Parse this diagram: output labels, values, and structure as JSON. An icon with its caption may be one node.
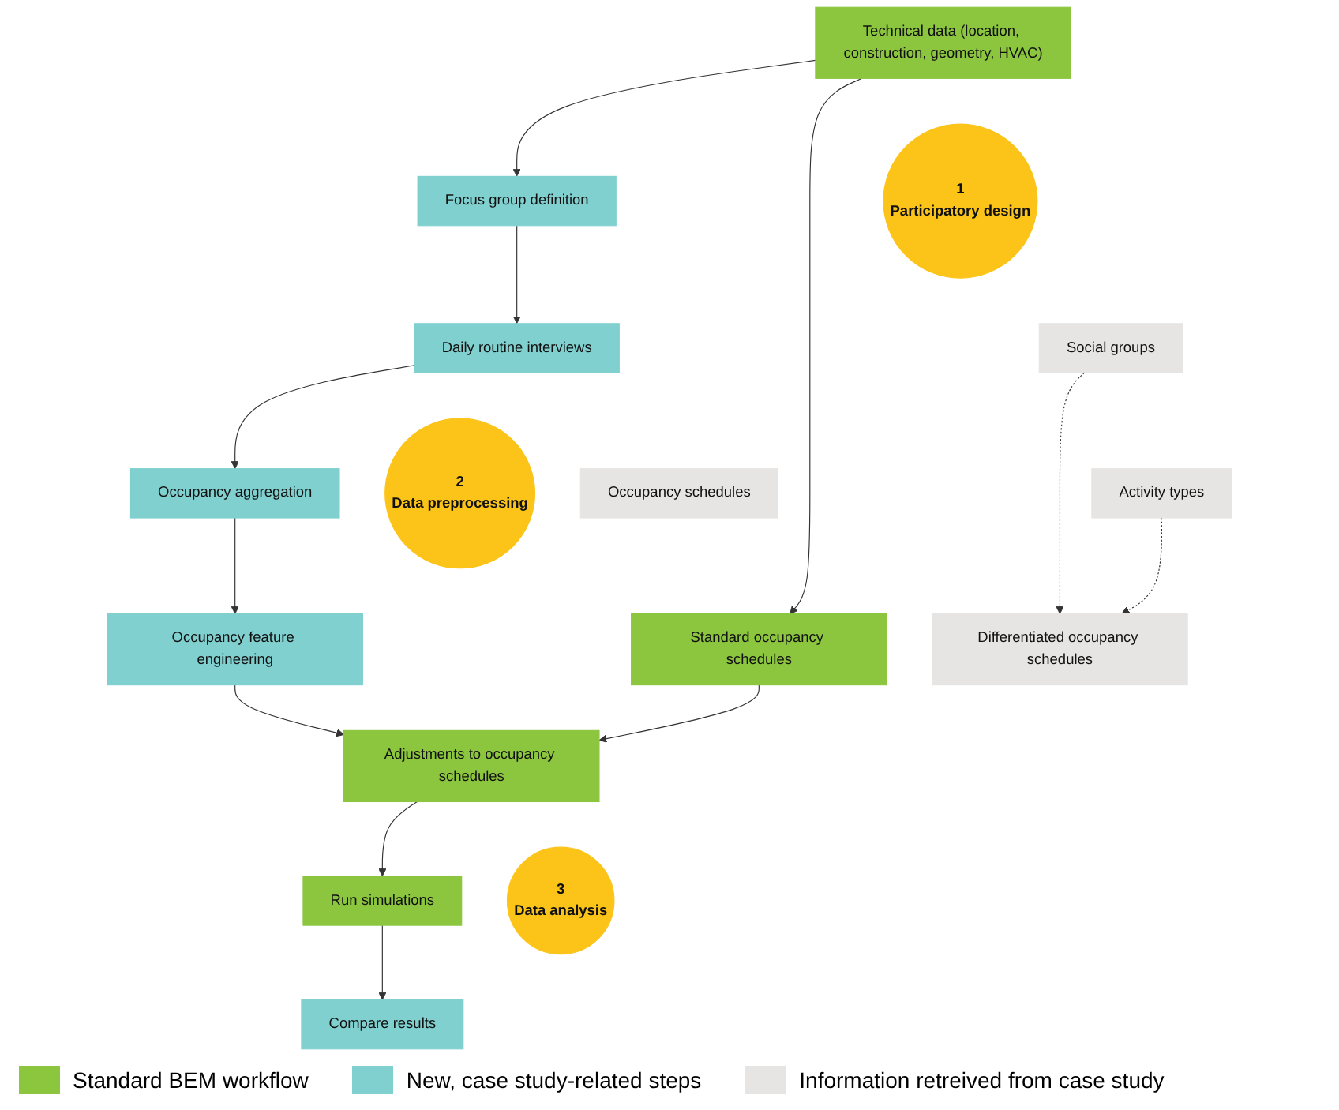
{
  "diagram": {
    "nodes": [
      {
        "text": [
          "Technical data (location, construction, geometry, HVAC)"
        ]
      },
      {
        "text": [
          "1",
          "Participatory design"
        ]
      },
      {
        "text": [
          "Focus group definition"
        ]
      },
      {
        "text": [
          "Social groups"
        ]
      },
      {
        "text": [
          "Daily routine interviews"
        ]
      },
      {
        "text": [
          "Activity types"
        ]
      },
      {
        "text": [
          "2",
          "Data preprocessing"
        ]
      },
      {
        "text": [
          "Occupancy aggregation"
        ]
      },
      {
        "text": [
          "Occupancy schedules"
        ]
      },
      {
        "text": [
          "Occupancy feature engineering"
        ]
      },
      {
        "text": [
          "Differentiated occupancy schedules"
        ]
      },
      {
        "text": [
          "Adjustments to occupancy schedules"
        ]
      },
      {
        "text": [
          "Standard occupancy schedules"
        ]
      },
      {
        "text": [
          "3",
          "Data analysis"
        ]
      },
      {
        "text": [
          "Run simulations"
        ]
      },
      {
        "text": [
          "Compare results"
        ]
      }
    ],
    "edges": [
      {
        "from": 0,
        "to": 2,
        "arrow": "to"
      },
      {
        "from": 2,
        "to": 4,
        "arrow": "to"
      },
      {
        "from": 4,
        "to": 7,
        "arrow": "to"
      },
      {
        "from": 7,
        "to": 9,
        "arrow": "to"
      },
      {
        "from": 9,
        "to": 11,
        "arrow": "to"
      },
      {
        "from": 12,
        "to": 11,
        "arrow": "to"
      },
      {
        "from": 0,
        "to": 12,
        "arrow": "to"
      },
      {
        "from": 3,
        "to": 10,
        "arrow": "to",
        "style": "dashed"
      },
      {
        "from": 5,
        "to": 10,
        "arrow": "to",
        "style": "dashed"
      },
      {
        "from": 11,
        "to": 14,
        "arrow": "to"
      },
      {
        "from": 14,
        "to": 15,
        "arrow": "to"
      }
    ],
    "legend": [
      {
        "text": "Standard BEM workflow",
        "color": "#8cc63f"
      },
      {
        "text": "New, case study-related steps",
        "color": "#80d0d0"
      },
      {
        "text": "Information retreived from case study",
        "color": "#e6e5e3"
      }
    ]
  }
}
